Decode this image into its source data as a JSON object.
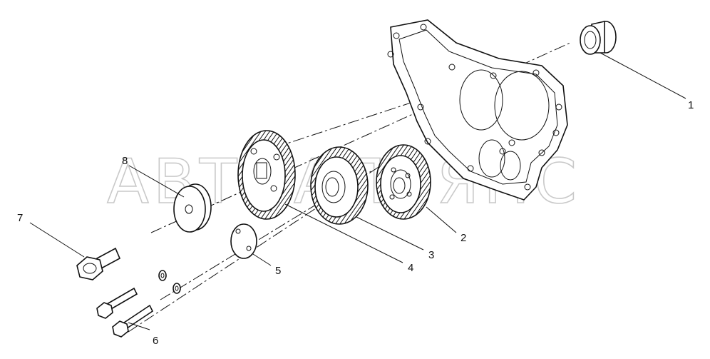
{
  "watermark": "АВТОАЛЬЯНС",
  "callouts": [
    {
      "id": "1",
      "label": "1"
    },
    {
      "id": "2",
      "label": "2"
    },
    {
      "id": "3",
      "label": "3"
    },
    {
      "id": "4",
      "label": "4"
    },
    {
      "id": "5",
      "label": "5"
    },
    {
      "id": "6",
      "label": "6"
    },
    {
      "id": "7",
      "label": "7"
    },
    {
      "id": "8",
      "label": "8"
    }
  ]
}
